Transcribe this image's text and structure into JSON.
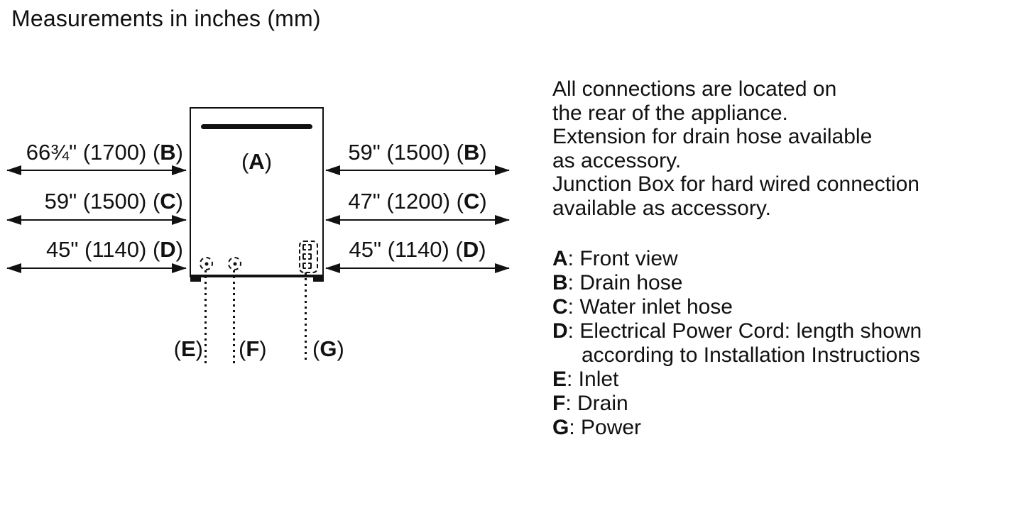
{
  "title": "Measurements in inches (mm)",
  "diagram": {
    "front_view_label": {
      "prefix": "(",
      "letter": "A",
      "suffix": ")"
    },
    "left_measurements": [
      {
        "prefix": "66¾\" (1700) (",
        "letter": "B",
        "suffix": ")"
      },
      {
        "prefix": "59\" (1500) (",
        "letter": "C",
        "suffix": ")"
      },
      {
        "prefix": "45\" (1140) (",
        "letter": "D",
        "suffix": ")"
      }
    ],
    "right_measurements": [
      {
        "prefix": "59\" (1500) (",
        "letter": "B",
        "suffix": ")"
      },
      {
        "prefix": "47\" (1200) (",
        "letter": "C",
        "suffix": ")"
      },
      {
        "prefix": "45\" (1140) (",
        "letter": "D",
        "suffix": ")"
      }
    ],
    "bottom_labels": [
      {
        "prefix": "(",
        "letter": "E",
        "suffix": ")"
      },
      {
        "prefix": "(",
        "letter": "F",
        "suffix": ")"
      },
      {
        "prefix": "(",
        "letter": "G",
        "suffix": ")"
      }
    ]
  },
  "info": {
    "lines": [
      "All connections are located on",
      "the rear of the appliance.",
      "Extension for drain hose available",
      "as accessory.",
      "Junction Box for hard wired connection",
      "available as accessory."
    ]
  },
  "legend": [
    {
      "letter": "A",
      "text": ": Front view"
    },
    {
      "letter": "B",
      "text": ": Drain hose"
    },
    {
      "letter": "C",
      "text": ": Water inlet hose"
    },
    {
      "letter": "D",
      "text": ": Electrical Power Cord: length shown",
      "text2": "according to Installation Instructions"
    },
    {
      "letter": "E",
      "text": ": Inlet"
    },
    {
      "letter": "F",
      "text": ": Drain"
    },
    {
      "letter": "G",
      "text": ": Power"
    }
  ],
  "colors": {
    "ink": "#111111",
    "background": "#ffffff"
  }
}
